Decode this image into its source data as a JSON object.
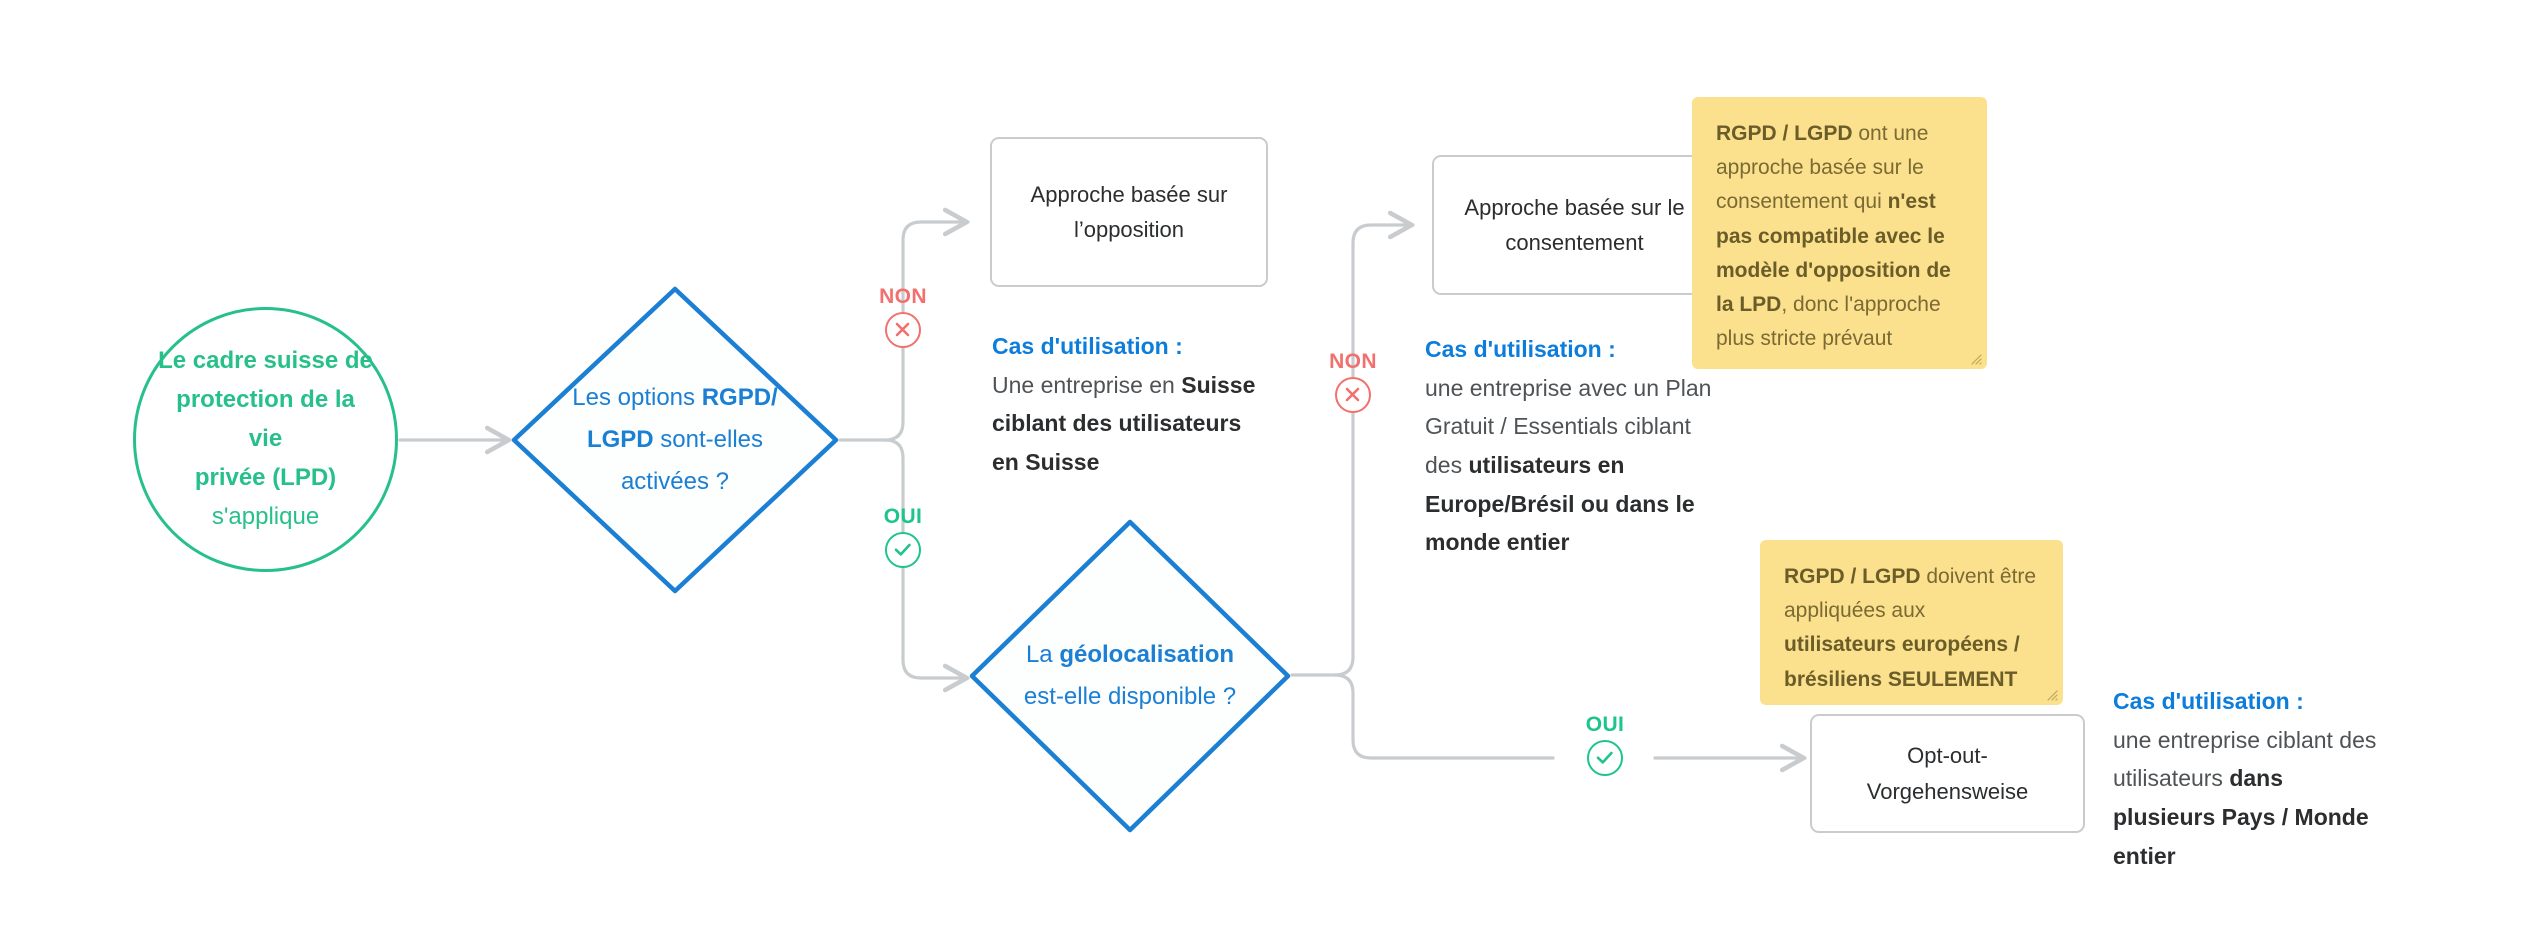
{
  "diagram": {
    "title": "Cadre suisse de protection de la vie privee (LPD) - arbre de decision",
    "colors": {
      "green": "#27c08a",
      "blue": "#1b7fd4",
      "blue_accent": "#0d7ddb",
      "red": "#f2706e",
      "yes_green": "#1ec48d",
      "connector_gray": "#c9ccce",
      "sticky_yellow": "#fbe08e",
      "box_border": "#c9ccce",
      "body_text": "#4f5356"
    }
  },
  "start": {
    "line1": "Le cadre suisse de",
    "line2": "protection de la vie",
    "line3": "privée (LPD)",
    "line4": "s'applique"
  },
  "decisions": [
    {
      "id": "decision-rgpd-options",
      "line1_pre": "Les options ",
      "line1_bold": "RGPD/",
      "line2_bold": "LGPD",
      "line2_post": " sont-elles",
      "line3": "activées ?"
    },
    {
      "id": "decision-geolocation",
      "line1_pre": "La ",
      "line1_bold": "géolocalisation",
      "line2": "est-elle disponible ?"
    }
  ],
  "markers": {
    "no_label": "NON",
    "yes_label": "OUI",
    "no_icon": "circle-x-icon",
    "yes_icon": "circle-check-icon"
  },
  "boxes": [
    {
      "id": "box-opposition",
      "line1": "Approche basée sur",
      "line2": "l’opposition"
    },
    {
      "id": "box-consentement",
      "line1": "Approche basée sur le",
      "line2": "consentement"
    },
    {
      "id": "box-optout",
      "line1": "Opt-out-",
      "line2": "Vorgehensweise"
    }
  ],
  "use_cases": [
    {
      "id": "usecase-suisse",
      "heading": "Cas d'utilisation :",
      "parts": [
        {
          "text": "Une entreprise en ",
          "bold": false
        },
        {
          "text": "Suisse ciblant des utilisateurs en Suisse",
          "bold": true
        }
      ]
    },
    {
      "id": "usecase-europe-bresil",
      "heading": "Cas d'utilisation :",
      "parts": [
        {
          "text": "une entreprise avec un Plan Gratuit / Essentials ciblant des ",
          "bold": false
        },
        {
          "text": "utilisateurs en Europe/Brésil ou dans le monde entier",
          "bold": true
        }
      ]
    },
    {
      "id": "usecase-monde",
      "heading": "Cas d'utilisation :",
      "parts": [
        {
          "text": "une entreprise ciblant des utilisateurs ",
          "bold": false
        },
        {
          "text": "dans plusieurs Pays / Monde entier",
          "bold": true
        }
      ]
    }
  ],
  "sticky_notes": [
    {
      "id": "sticky-consent-incompatible",
      "parts": [
        {
          "text": "RGPD / LGPD",
          "bold": true
        },
        {
          "text": " ont une approche basée sur le consentement qui ",
          "bold": false
        },
        {
          "text": "n'est pas compatible avec le modèle d'opposition de la LPD",
          "bold": true
        },
        {
          "text": ", donc l'approche plus stricte prévaut",
          "bold": false
        }
      ]
    },
    {
      "id": "sticky-eu-br-only",
      "parts": [
        {
          "text": "RGPD / LGPD",
          "bold": true
        },
        {
          "text": " doivent être appliquées aux ",
          "bold": false
        },
        {
          "text": "utilisateurs européens / brésiliens SEULEMENT",
          "bold": true
        }
      ]
    }
  ]
}
